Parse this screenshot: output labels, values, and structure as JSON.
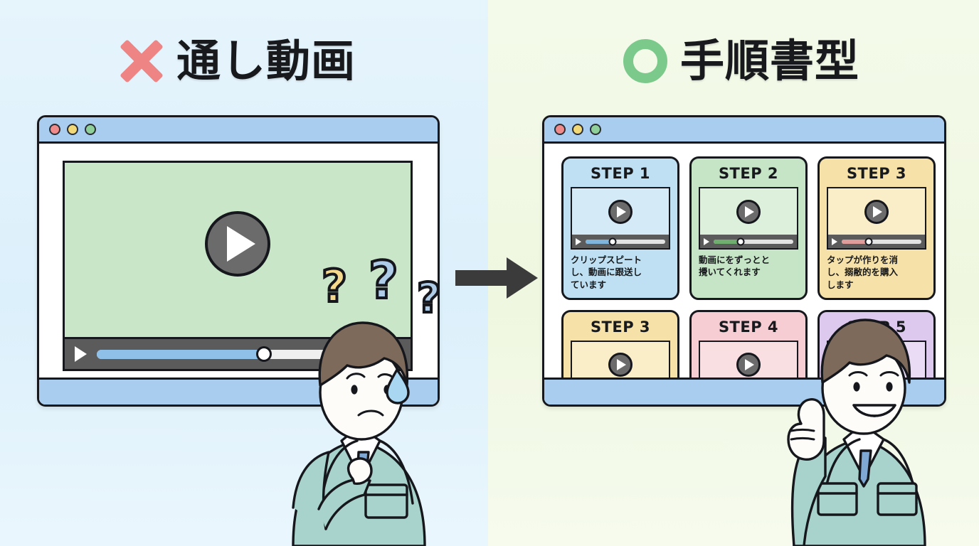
{
  "panels": {
    "left": {
      "mark": "x-mark",
      "mark_color": "#ef8484",
      "title": "通し動画",
      "bg_color": "#dcf0fb"
    },
    "right": {
      "mark": "circle-mark",
      "mark_color": "#7cc98c",
      "title": "手順書型",
      "bg_color": "#eff7e0"
    }
  },
  "arrow": {
    "name": "right-arrow",
    "color": "#3b3b3b"
  },
  "left_window": {
    "titlebar": {
      "color": "#a9cdee",
      "dots": [
        "red",
        "yellow",
        "green"
      ]
    },
    "video": {
      "screen_color": "#c9e6c9",
      "play_button": "play-icon",
      "controls": {
        "play": "play-icon",
        "progress_percent": 55,
        "fill_color": "#8fc0e8",
        "bar_color": "#5b5b5b"
      }
    },
    "question_marks": [
      "?",
      "?",
      "?"
    ],
    "bottombar_color": "#a9cdee"
  },
  "right_window": {
    "titlebar": {
      "color": "#a9cdee",
      "dots": [
        "red",
        "yellow",
        "green"
      ]
    },
    "bottombar_color": "#a9cdee",
    "steps": [
      {
        "title": "STEP 1",
        "body": "クリップスピート\nし、動画に跟送し\nています",
        "card_color": "#bfe0f2",
        "screen_color": "#d5eaf7",
        "track_color": "#7fb4dd"
      },
      {
        "title": "STEP 2",
        "body": "動画にをずっとと\n攪いてくれます",
        "card_color": "#c6e5c6",
        "screen_color": "#dcf0dc",
        "track_color": "#6fae6f"
      },
      {
        "title": "STEP 3",
        "body": "タップが作りを消\nし、搦敝的を購入\nします",
        "card_color": "#f6e1a8",
        "screen_color": "#faeec9",
        "track_color": "#e09b9b"
      },
      {
        "title": "STEP 3",
        "body": "",
        "card_color": "#f6e1a8",
        "screen_color": "#faeec9",
        "track_color": "#d9b05c"
      },
      {
        "title": "STEP 4",
        "body": "",
        "card_color": "#f6cdd2",
        "screen_color": "#fadfe2",
        "track_color": "#dd9aa3"
      },
      {
        "title": "STEP 5",
        "body": "",
        "card_color": "#ddc9ee",
        "screen_color": "#ebdcf6",
        "track_color": "#b191cf"
      }
    ]
  },
  "people": {
    "left": {
      "name": "confused-worker",
      "expression": "confused",
      "jacket_color": "#a8d3cc",
      "hair_color": "#7d6a5a"
    },
    "right": {
      "name": "happy-worker",
      "expression": "thumbs-up",
      "jacket_color": "#a8d3cc",
      "hair_color": "#7d6a5a"
    }
  }
}
